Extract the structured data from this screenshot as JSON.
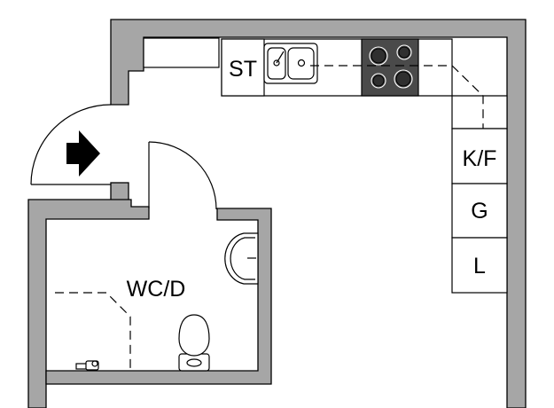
{
  "plan": {
    "rooms": {
      "wc": {
        "label": "WC/D"
      }
    },
    "fixtures": {
      "storage": {
        "label": "ST"
      },
      "fridge": {
        "label": "K/F"
      },
      "dishwasher": {
        "label": "G"
      },
      "oven": {
        "label": "L"
      }
    },
    "colors": {
      "wall": "#a6a6a6",
      "hob": "#4a4a4a",
      "line": "#000000",
      "floor": "#ffffff"
    },
    "icons": {
      "entrance": "entrance-arrow-icon",
      "sink": "kitchen-sink-icon",
      "hob": "cooktop-icon",
      "basin": "wash-basin-icon",
      "toilet": "toilet-icon",
      "tap": "shower-tap-icon"
    }
  }
}
